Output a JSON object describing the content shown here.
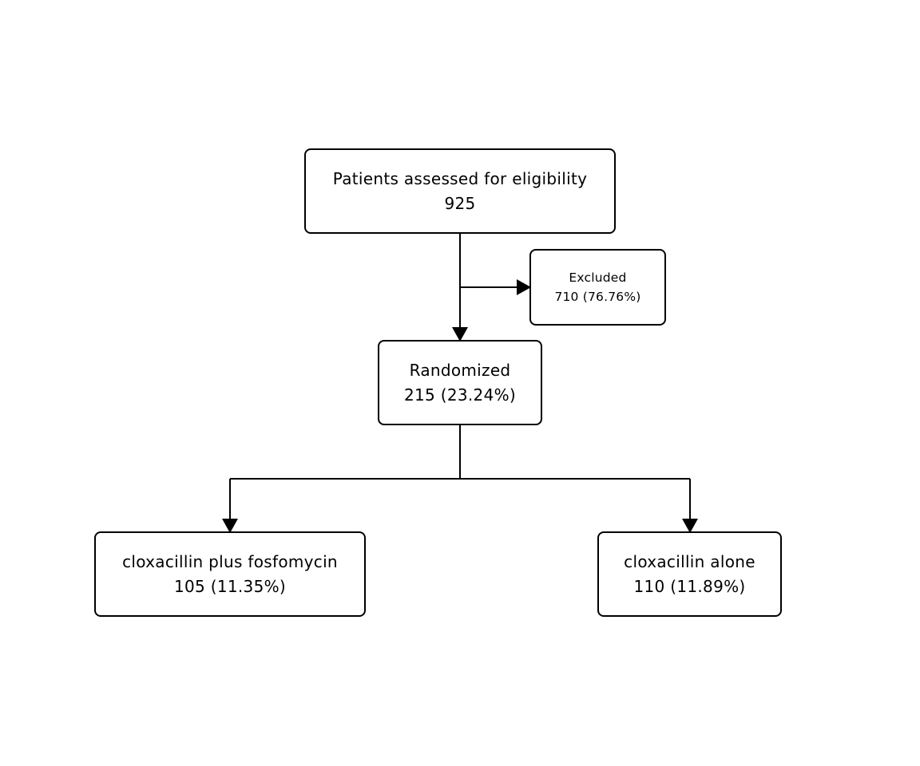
{
  "nodes": {
    "eligibility": {
      "label": "Patients assessed for eligibility",
      "count": "925"
    },
    "excluded": {
      "label": "Excluded",
      "count": "710 (76.76%)"
    },
    "randomized": {
      "label": "Randomized",
      "count": "215 (23.24%)"
    },
    "arm_a": {
      "label": "cloxacillin plus fosfomycin",
      "count": "105 (11.35%)"
    },
    "arm_b": {
      "label": "cloxacillin alone",
      "count": "110 (11.89%)"
    }
  },
  "colors": {
    "stroke": "#000000",
    "background": "#ffffff"
  }
}
